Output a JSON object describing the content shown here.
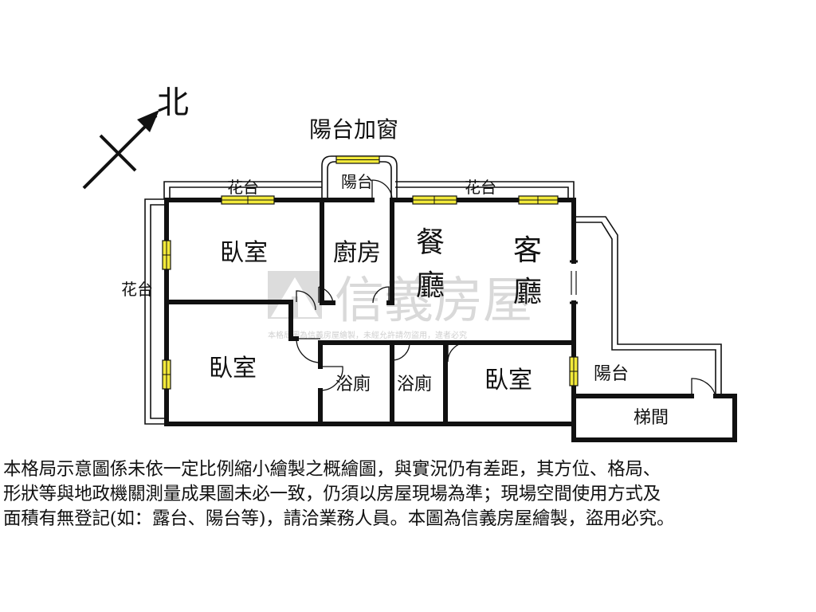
{
  "compass": {
    "north": "北"
  },
  "balcony_window": "陽台加窗",
  "rooms": {
    "balcony_top": "陽台",
    "planter_left_top": "花台",
    "planter_right_top": "花台",
    "planter_west": "花台",
    "bedroom_nw": "臥室",
    "kitchen": "廚房",
    "dining": [
      "餐",
      "廳"
    ],
    "living": [
      "客",
      "廳"
    ],
    "bedroom_sw": "臥室",
    "bath_1": "浴廁",
    "bath_2": "浴廁",
    "bedroom_se": "臥室",
    "balcony_east": "陽台",
    "stairwell": "梯間"
  },
  "watermark": {
    "brand": "信義房屋",
    "notice": "本格局圖為信義房屋繪製，未經允許請勿盜用，違者必究"
  },
  "disclaimer": [
    "本格局示意圖係未依一定比例縮小繪製之概繪圖，與實況仍有差距，其方位、格局、",
    "形狀等與地政機關測量成果圖未必一致，仍須以房屋現場為準；現場空間使用方式及",
    "面積有無登記(如：露台、陽台等)，請洽業務人員。本圖為信義房屋繪製，盜用必究。"
  ],
  "colors": {
    "wall": "#111111",
    "window": "#f2e93a",
    "watermark": "#d9d9d9"
  }
}
